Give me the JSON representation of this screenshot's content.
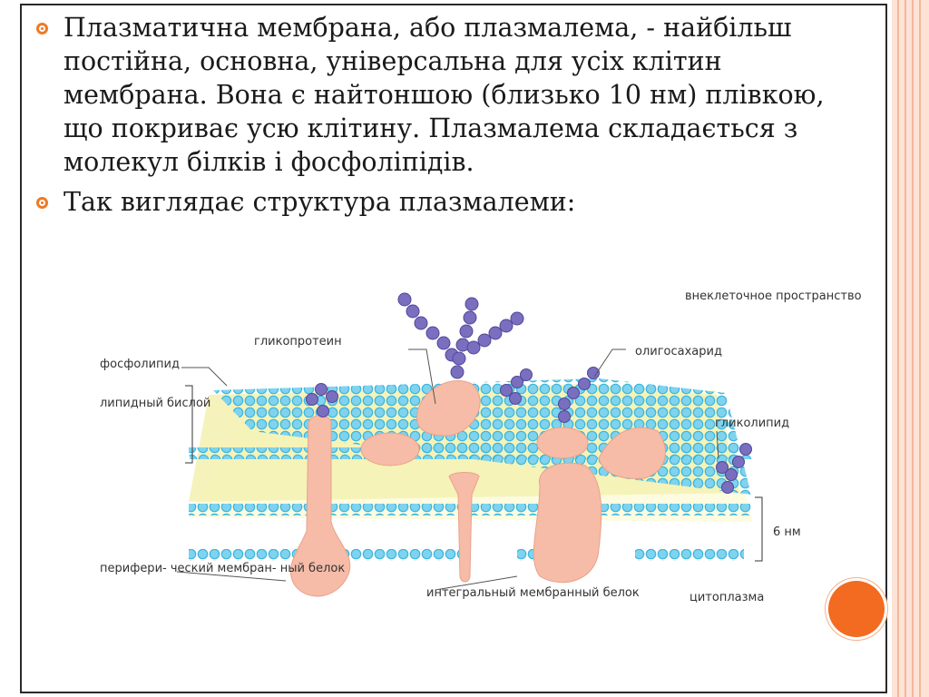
{
  "bullets": [
    "Плазматична мембрана, або плазмалема, - найбільш постійна, основна, універсальна для усіх клітин мембрана. Вона є найтоншою (близько 10 нм) плівкою, що покриває усю клітину. Плазмалема складається з молекул білків і фосфоліпідів.",
    "Так виглядає структура плазмалеми:"
  ],
  "diagram": {
    "labels": {
      "extracellular": "внеклеточное пространство",
      "glycoprotein": "гликопротеин",
      "phospholipid": "фосфолипид",
      "oligosaccharide": "олигосахарид",
      "lipid_bilayer": "липидный бислой",
      "glycolipid": "гликолипид",
      "thickness": "6 нм",
      "peripheral_protein": "перифери- ческий мембран- ный белок",
      "integral_protein": "интегральный мембранный белок",
      "cytoplasm": "цитоплазма"
    }
  },
  "colors": {
    "bullet": "#ef7a22",
    "lipid_head": "#3ab5dd",
    "lipid_core": "#f4f2b4",
    "protein": "#f6bca8",
    "sugar": "#7a6fbf",
    "accent_circle": "#f26b21"
  }
}
